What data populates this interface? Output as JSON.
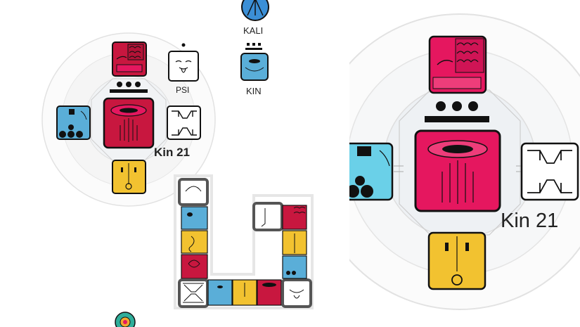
{
  "oracle_left": {
    "kin_label": "Kin 21",
    "psi_label": "PSI"
  },
  "kali": {
    "label": "KALI"
  },
  "kin_badge": {
    "label": "KIN"
  },
  "oracle_right": {
    "kin_label": "Kin 21"
  },
  "colors": {
    "red": "#c8173f",
    "magenta": "#e5175f",
    "blue": "#5aaed8",
    "yellow": "#f2c230",
    "white": "#ffffff",
    "dark": "#111111",
    "ring": "#dedede"
  }
}
